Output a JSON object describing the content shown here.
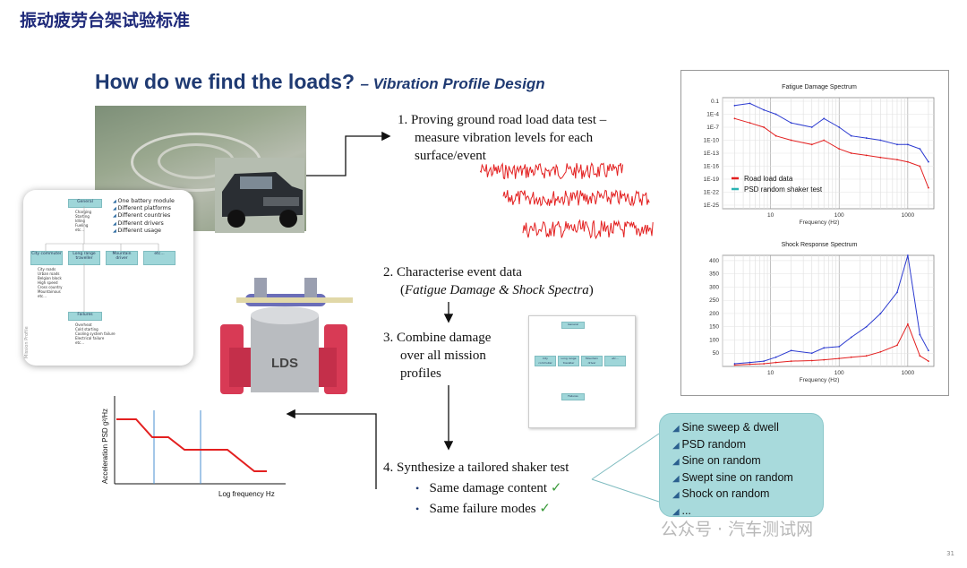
{
  "header": {
    "cn_title": "振动疲劳台架试验标准"
  },
  "slide": {
    "title_main": "How do we find the loads?",
    "title_sub": "– Vibration Profile Design",
    "page_number": "31"
  },
  "steps": {
    "s1_line1": "1.  Proving ground road load data test –",
    "s1_line2": "measure vibration levels for each",
    "s1_line3": "surface/event",
    "s2_line1": "2.  Characterise event data",
    "s2_line2_a": "(",
    "s2_line2_i": "Fatigue Damage & Shock Spectra",
    "s2_line2_b": ")",
    "s3_line1": "3.  Combine damage",
    "s3_line2": "over all mission",
    "s3_line3": "profiles",
    "s4_line1": "4.  Synthesize a tailored shaker test",
    "s4_b1": "Same damage content",
    "s4_b2": "Same failure modes",
    "check": "✓",
    "bullet": "•"
  },
  "mission": {
    "general": "General",
    "general_items": "Charging\nStarting\nIdling\nFueling\netc...",
    "bullets": [
      "One battery module",
      "Different platforms",
      "Different countries",
      "Different drivers",
      "Different usage"
    ],
    "boxes": [
      "City commuter",
      "Long range traveller",
      "Mountain driver",
      "etc..."
    ],
    "city_items": "City roads\nUrban roads\nBelgian block\nHigh speed\nCross country\nMountainous\netc...",
    "failures": "Failures",
    "failure_items": "Overheat\nCold starting\nCooling system failure\nElectrical failure\netc...",
    "side_label": "Mission Profile"
  },
  "shaker": {
    "label": "LDS"
  },
  "psd_plot": {
    "ylabel": "Acceleration PSD g²/Hz",
    "xlabel": "Log frequency Hz"
  },
  "callout": {
    "items": [
      "Sine sweep & dwell",
      "PSD random",
      "Sine on random",
      "Swept sine on random",
      "Shock on random",
      "..."
    ]
  },
  "watermark": "公众号 · 汽车测试网",
  "colors": {
    "accent": "#1f3a72",
    "road": "#e32020",
    "shaker": "#2b3ad0",
    "teal": "#a8dadc"
  },
  "chart_data": [
    {
      "type": "line",
      "title": "Fatigue Damage Spectrum",
      "xlabel": "Frequency (Hz)",
      "x_scale": "log",
      "x_ticks": [
        "10",
        "100",
        "1000"
      ],
      "y_ticks": [
        "0.1",
        "1E-4",
        "1E-7",
        "1E-10",
        "1E-13",
        "1E-16",
        "1E-19",
        "1E-22",
        "1E-25"
      ],
      "legend": [
        "Road load data",
        "PSD random shaker test"
      ],
      "legend_position": "bottom-left",
      "grid": true,
      "x": [
        3,
        5,
        8,
        12,
        20,
        40,
        60,
        100,
        150,
        250,
        400,
        700,
        1000,
        1500,
        2000
      ],
      "series": [
        {
          "name": "Road load data",
          "color": "#e32020",
          "values": [
            -4,
            -5,
            -6,
            -8,
            -9,
            -10,
            -9,
            -11,
            -12,
            -12.5,
            -13,
            -13.5,
            -14,
            -15,
            -20
          ]
        },
        {
          "name": "PSD random shaker test",
          "color": "#2b3ad0",
          "values": [
            -1,
            -0.5,
            -2,
            -3,
            -5,
            -6,
            -4,
            -6,
            -8,
            -8.5,
            -9,
            -10,
            -10,
            -11,
            -14
          ]
        }
      ]
    },
    {
      "type": "line",
      "title": "Shock Response Spectrum",
      "xlabel": "Frequency (Hz)",
      "x_scale": "log",
      "x_ticks": [
        "10",
        "100",
        "1000"
      ],
      "y_ticks": [
        "50",
        "100",
        "150",
        "200",
        "250",
        "300",
        "350",
        "400"
      ],
      "ylim": [
        0,
        420
      ],
      "grid": true,
      "x": [
        3,
        5,
        8,
        12,
        20,
        40,
        60,
        100,
        150,
        250,
        400,
        700,
        1000,
        1500,
        2000
      ],
      "series": [
        {
          "name": "Road load data",
          "color": "#e32020",
          "values": [
            5,
            8,
            10,
            15,
            20,
            22,
            25,
            30,
            35,
            40,
            55,
            80,
            160,
            40,
            20
          ]
        },
        {
          "name": "PSD random shaker test",
          "color": "#2b3ad0",
          "values": [
            10,
            15,
            20,
            35,
            60,
            50,
            70,
            75,
            110,
            150,
            200,
            280,
            420,
            120,
            60
          ]
        }
      ]
    }
  ]
}
